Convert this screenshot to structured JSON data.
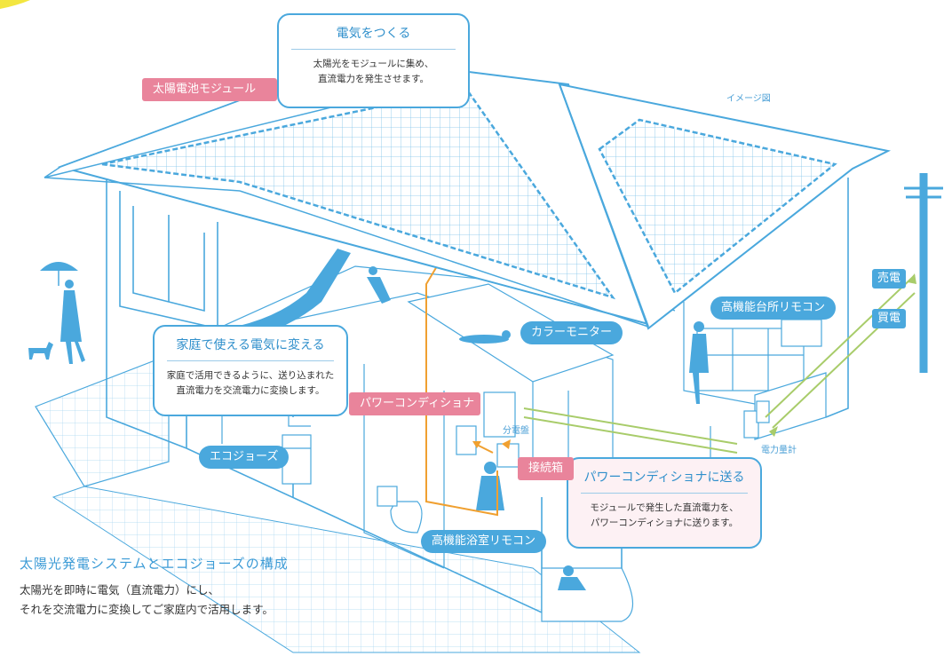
{
  "callouts": {
    "generate": {
      "title": "電気をつくる",
      "line1": "太陽光をモジュールに集め、",
      "line2": "直流電力を発生させます。"
    },
    "convert": {
      "title": "家庭で使える電気に変える",
      "line1": "家庭で活用できるように、送り込まれた",
      "line2": "直流電力を交流電力に変換します。"
    },
    "send": {
      "title": "パワーコンディショナに送る",
      "line1": "モジュールで発生した直流電力を、",
      "line2": "パワーコンディショナに送ります。"
    }
  },
  "labels": {
    "solar_module": "太陽電池モジュール",
    "image_note": "イメージ図",
    "sell": "売電",
    "buy": "買電",
    "kitchen_remote": "高機能台所リモコン",
    "color_monitor": "カラーモニター",
    "power_conditioner": "パワーコンディショナ",
    "distribution_board": "分電盤",
    "power_meter": "電力量計",
    "junction_box": "接続箱",
    "eco_jozu": "エコジョーズ",
    "bath_remote": "高機能浴室リモコン"
  },
  "caption": {
    "title": "太陽光発電システムとエコジョーズの構成",
    "line1": "太陽光を即時に電気（直流電力）にし、",
    "line2": "それを交流電力に変換してご家庭内で活用します。"
  },
  "colors": {
    "line": "#4aa8dd",
    "pill_blue": "#4aa8dd",
    "pill_pink": "#e9849b",
    "dc_wire": "#f0a030",
    "ac_wire": "#a8cc6a"
  }
}
